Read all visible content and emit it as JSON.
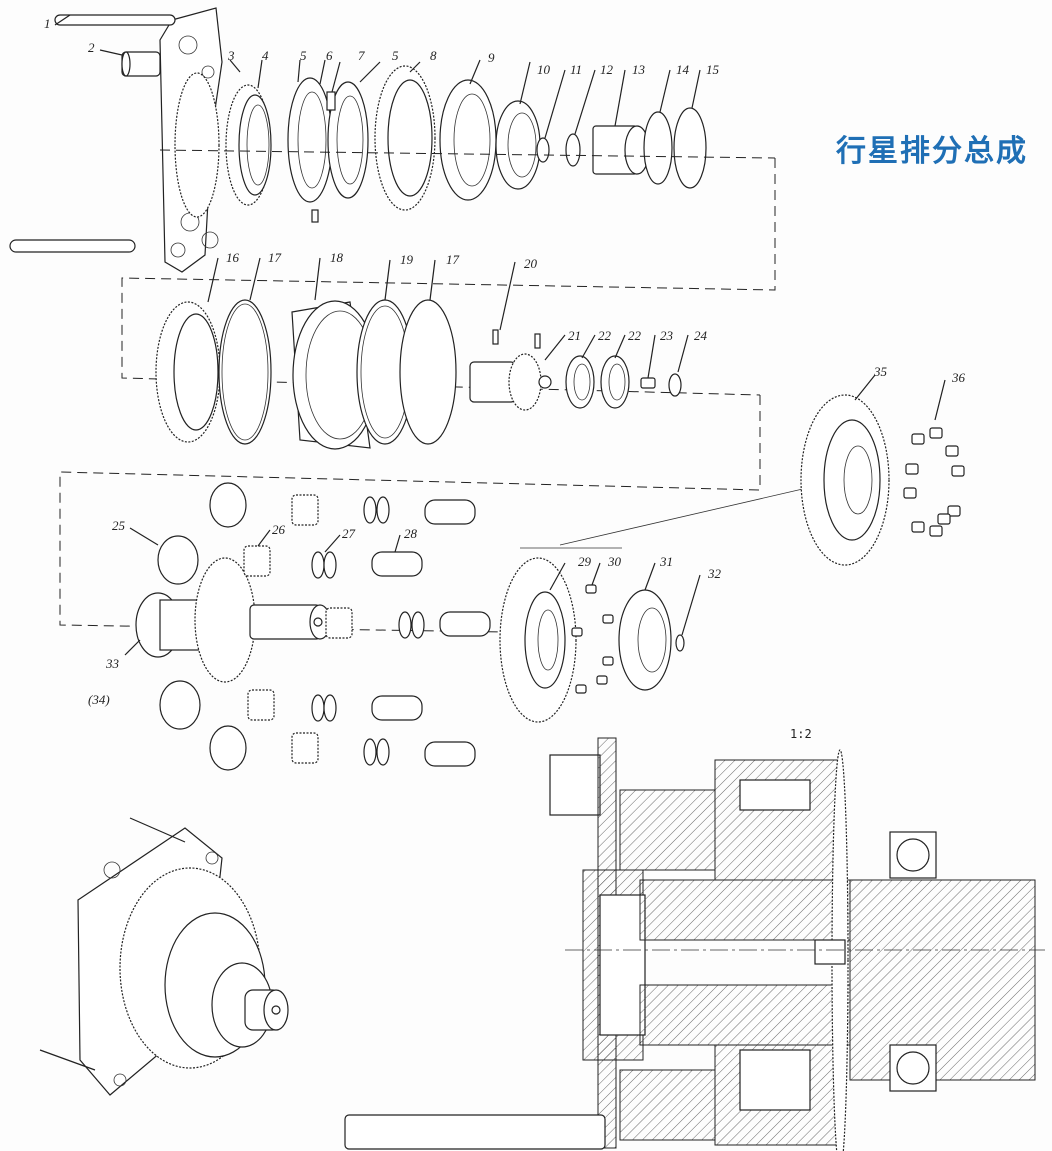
{
  "title": "行星排分总成",
  "scale_label": "1:2",
  "callouts": [
    {
      "id": "c1",
      "text": "1"
    },
    {
      "id": "c2",
      "text": "2"
    },
    {
      "id": "c3",
      "text": "3"
    },
    {
      "id": "c4",
      "text": "4"
    },
    {
      "id": "c5a",
      "text": "5"
    },
    {
      "id": "c6",
      "text": "6"
    },
    {
      "id": "c7",
      "text": "7"
    },
    {
      "id": "c5b",
      "text": "5"
    },
    {
      "id": "c8",
      "text": "8"
    },
    {
      "id": "c9",
      "text": "9"
    },
    {
      "id": "c10",
      "text": "10"
    },
    {
      "id": "c11",
      "text": "11"
    },
    {
      "id": "c12",
      "text": "12"
    },
    {
      "id": "c13",
      "text": "13"
    },
    {
      "id": "c14",
      "text": "14"
    },
    {
      "id": "c15",
      "text": "15"
    },
    {
      "id": "c16",
      "text": "16"
    },
    {
      "id": "c17a",
      "text": "17"
    },
    {
      "id": "c18",
      "text": "18"
    },
    {
      "id": "c19",
      "text": "19"
    },
    {
      "id": "c17b",
      "text": "17"
    },
    {
      "id": "c20",
      "text": "20"
    },
    {
      "id": "c21",
      "text": "21"
    },
    {
      "id": "c22a",
      "text": "22"
    },
    {
      "id": "c22b",
      "text": "22"
    },
    {
      "id": "c23",
      "text": "23"
    },
    {
      "id": "c24",
      "text": "24"
    },
    {
      "id": "c25",
      "text": "25"
    },
    {
      "id": "c26",
      "text": "26"
    },
    {
      "id": "c27",
      "text": "27"
    },
    {
      "id": "c28",
      "text": "28"
    },
    {
      "id": "c29",
      "text": "29"
    },
    {
      "id": "c30",
      "text": "30"
    },
    {
      "id": "c31",
      "text": "31"
    },
    {
      "id": "c32",
      "text": "32"
    },
    {
      "id": "c33",
      "text": "33"
    },
    {
      "id": "c34",
      "text": "(34)"
    },
    {
      "id": "c35",
      "text": "35"
    },
    {
      "id": "c36",
      "text": "36"
    }
  ]
}
